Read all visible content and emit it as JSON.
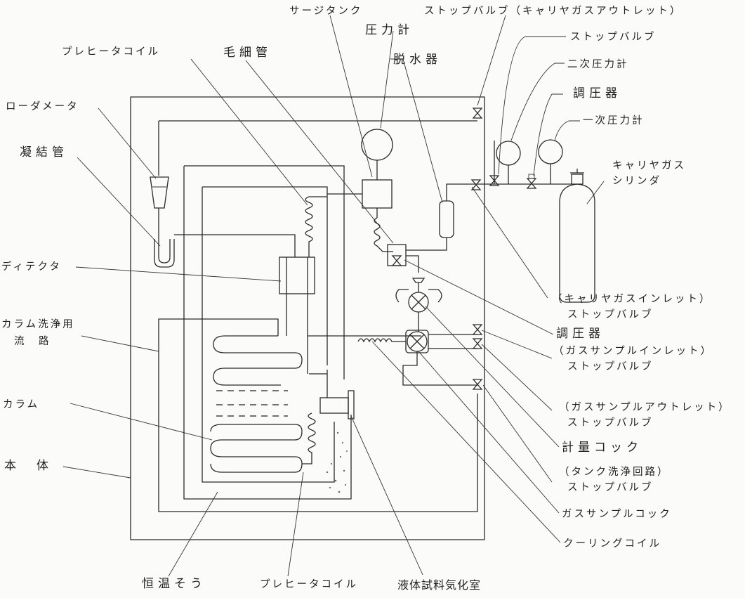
{
  "labels": {
    "surge_tank": "サージタンク",
    "stop_valve_carrier_outlet": "ストップバルブ（キャリヤガスアウトレット）",
    "pressure_gauge": "圧力計",
    "stop_valve": "ストップバルブ",
    "preheater_coil_top": "プレヒータコイル",
    "capillary": "毛細管",
    "dehydrator": "脱水器",
    "secondary_gauge": "二次圧力計",
    "regulator_top": "調圧器",
    "primary_gauge": "一次圧力計",
    "flow_meter": "ローダメータ",
    "condenser": "凝結管",
    "carrier_gas": "キャリヤガス",
    "cylinder": "シリンダ",
    "detector": "ディテクタ",
    "carrier_inlet_1": "（キャリヤガスインレット）",
    "carrier_inlet_2": "ストップバルブ",
    "regulator_mid": "調圧器",
    "column_wash_1": "カラム洗浄用",
    "column_wash_2": "流　路",
    "gas_sample_inlet_1": "（ガスサンプルインレット）",
    "gas_sample_inlet_2": "ストップバルブ",
    "column": "カラム",
    "gas_sample_outlet_1": "（ガスサンプルアウトレット）",
    "gas_sample_outlet_2": "ストップバルブ",
    "metering_cock": "計量コック",
    "body": "本　体",
    "tank_wash_1": "（タンク洗浄回路）",
    "tank_wash_2": "ストップバルブ",
    "gas_sample_cock": "ガスサンプルコック",
    "cooling_coil": "クーリングコイル",
    "thermostat": "恒温そう",
    "preheater_coil_bottom": "プレヒータコイル",
    "liquid_vaporizer": "液体試料気化室"
  }
}
